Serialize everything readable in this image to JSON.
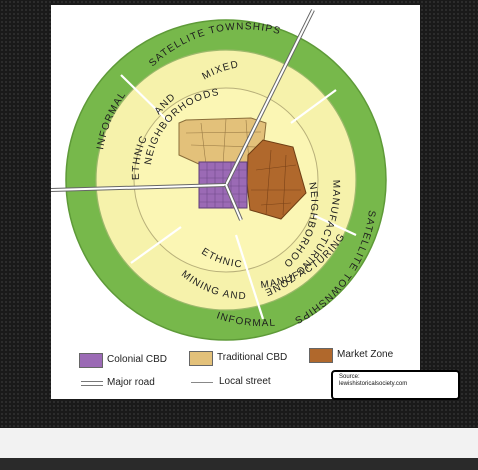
{
  "diagram": {
    "ring_labels": {
      "informal_top": "INFORMAL",
      "satellite_top": "SATELLITE TOWNSHIPS",
      "mixed": "MIXED",
      "and_top": "AND",
      "neighborhoods_top": "NEIGHBORHOODS",
      "ethnic_left": "ETHNIC",
      "neighborhoods_right": "NEIGHBORHOODS",
      "manufacturing_zone": "MANUFACTURING ZONE",
      "satellite_right": "SATELLITE TOWNSHIPS",
      "ethnic_bottom": "ETHNIC",
      "neighborhoods_bottom": "NEIGHBORHOODS",
      "mining_and": "MINING AND",
      "manufacturing": "MANUFACTURING",
      "informal_bottom": "INFORMAL"
    }
  },
  "legend": {
    "colonial_cbd": "Colonial CBD",
    "traditional_cbd": "Traditional CBD",
    "market_zone": "Market Zone",
    "major_road": "Major road",
    "local_street": "Local street"
  },
  "source": {
    "label": "Source:",
    "site": "lewishistoricalsociety.com"
  },
  "colors": {
    "outer_ring": "#77b84b",
    "cream": "#f6f2ab",
    "colonial": "#9b6ab5",
    "traditional": "#e3c17a",
    "market": "#b0682c"
  }
}
